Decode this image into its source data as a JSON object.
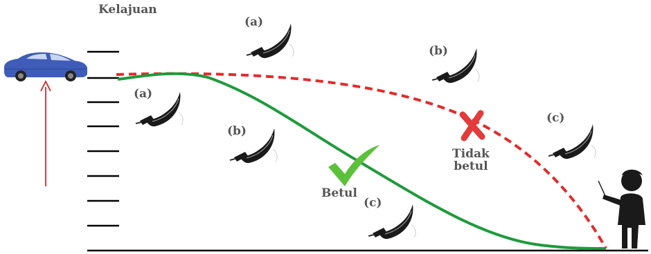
{
  "diagram": {
    "y_axis_label": "Kelajuan",
    "tyre_labels": {
      "a_top": "(a)",
      "b_top": "(b)",
      "c_top": "(c)",
      "a_bottom": "(a)",
      "b_bottom": "(b)",
      "c_bottom": "(c)"
    },
    "correct_label": "Betul",
    "wrong_label_line1": "Tidak",
    "wrong_label_line2": "betul",
    "icons": [
      "car-icon",
      "arrow-up-icon",
      "tyre-skid-icon",
      "check-icon",
      "cross-icon",
      "person-pointing-icon"
    ],
    "colors": {
      "correct_curve": "#1e9a3c",
      "wrong_curve": "#e32b2b",
      "check": "#5cc13a",
      "cross": "#e33b3b",
      "car": "#3f5db8",
      "arrow": "#cc2a2a",
      "text": "#555555"
    }
  }
}
